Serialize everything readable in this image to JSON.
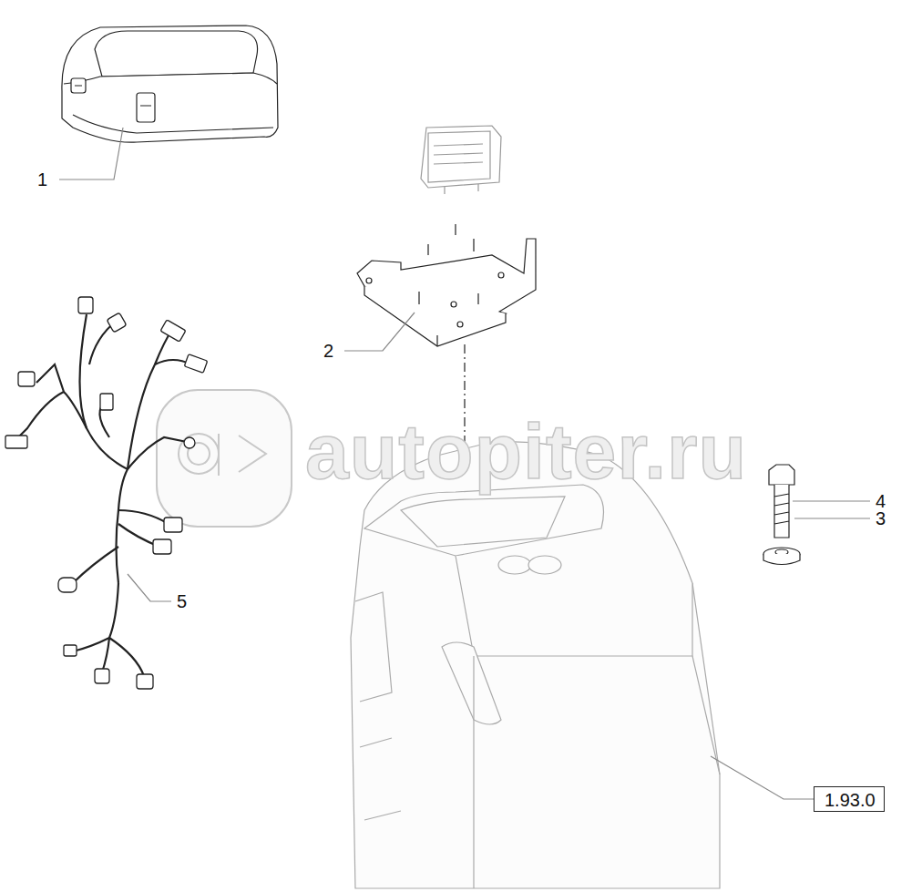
{
  "diagram": {
    "nodes": [
      {
        "text": [
          "1.93.0"
        ]
      }
    ],
    "labels": [
      "1",
      "2",
      "4",
      "3",
      "5",
      "autopiter.ru"
    ]
  }
}
